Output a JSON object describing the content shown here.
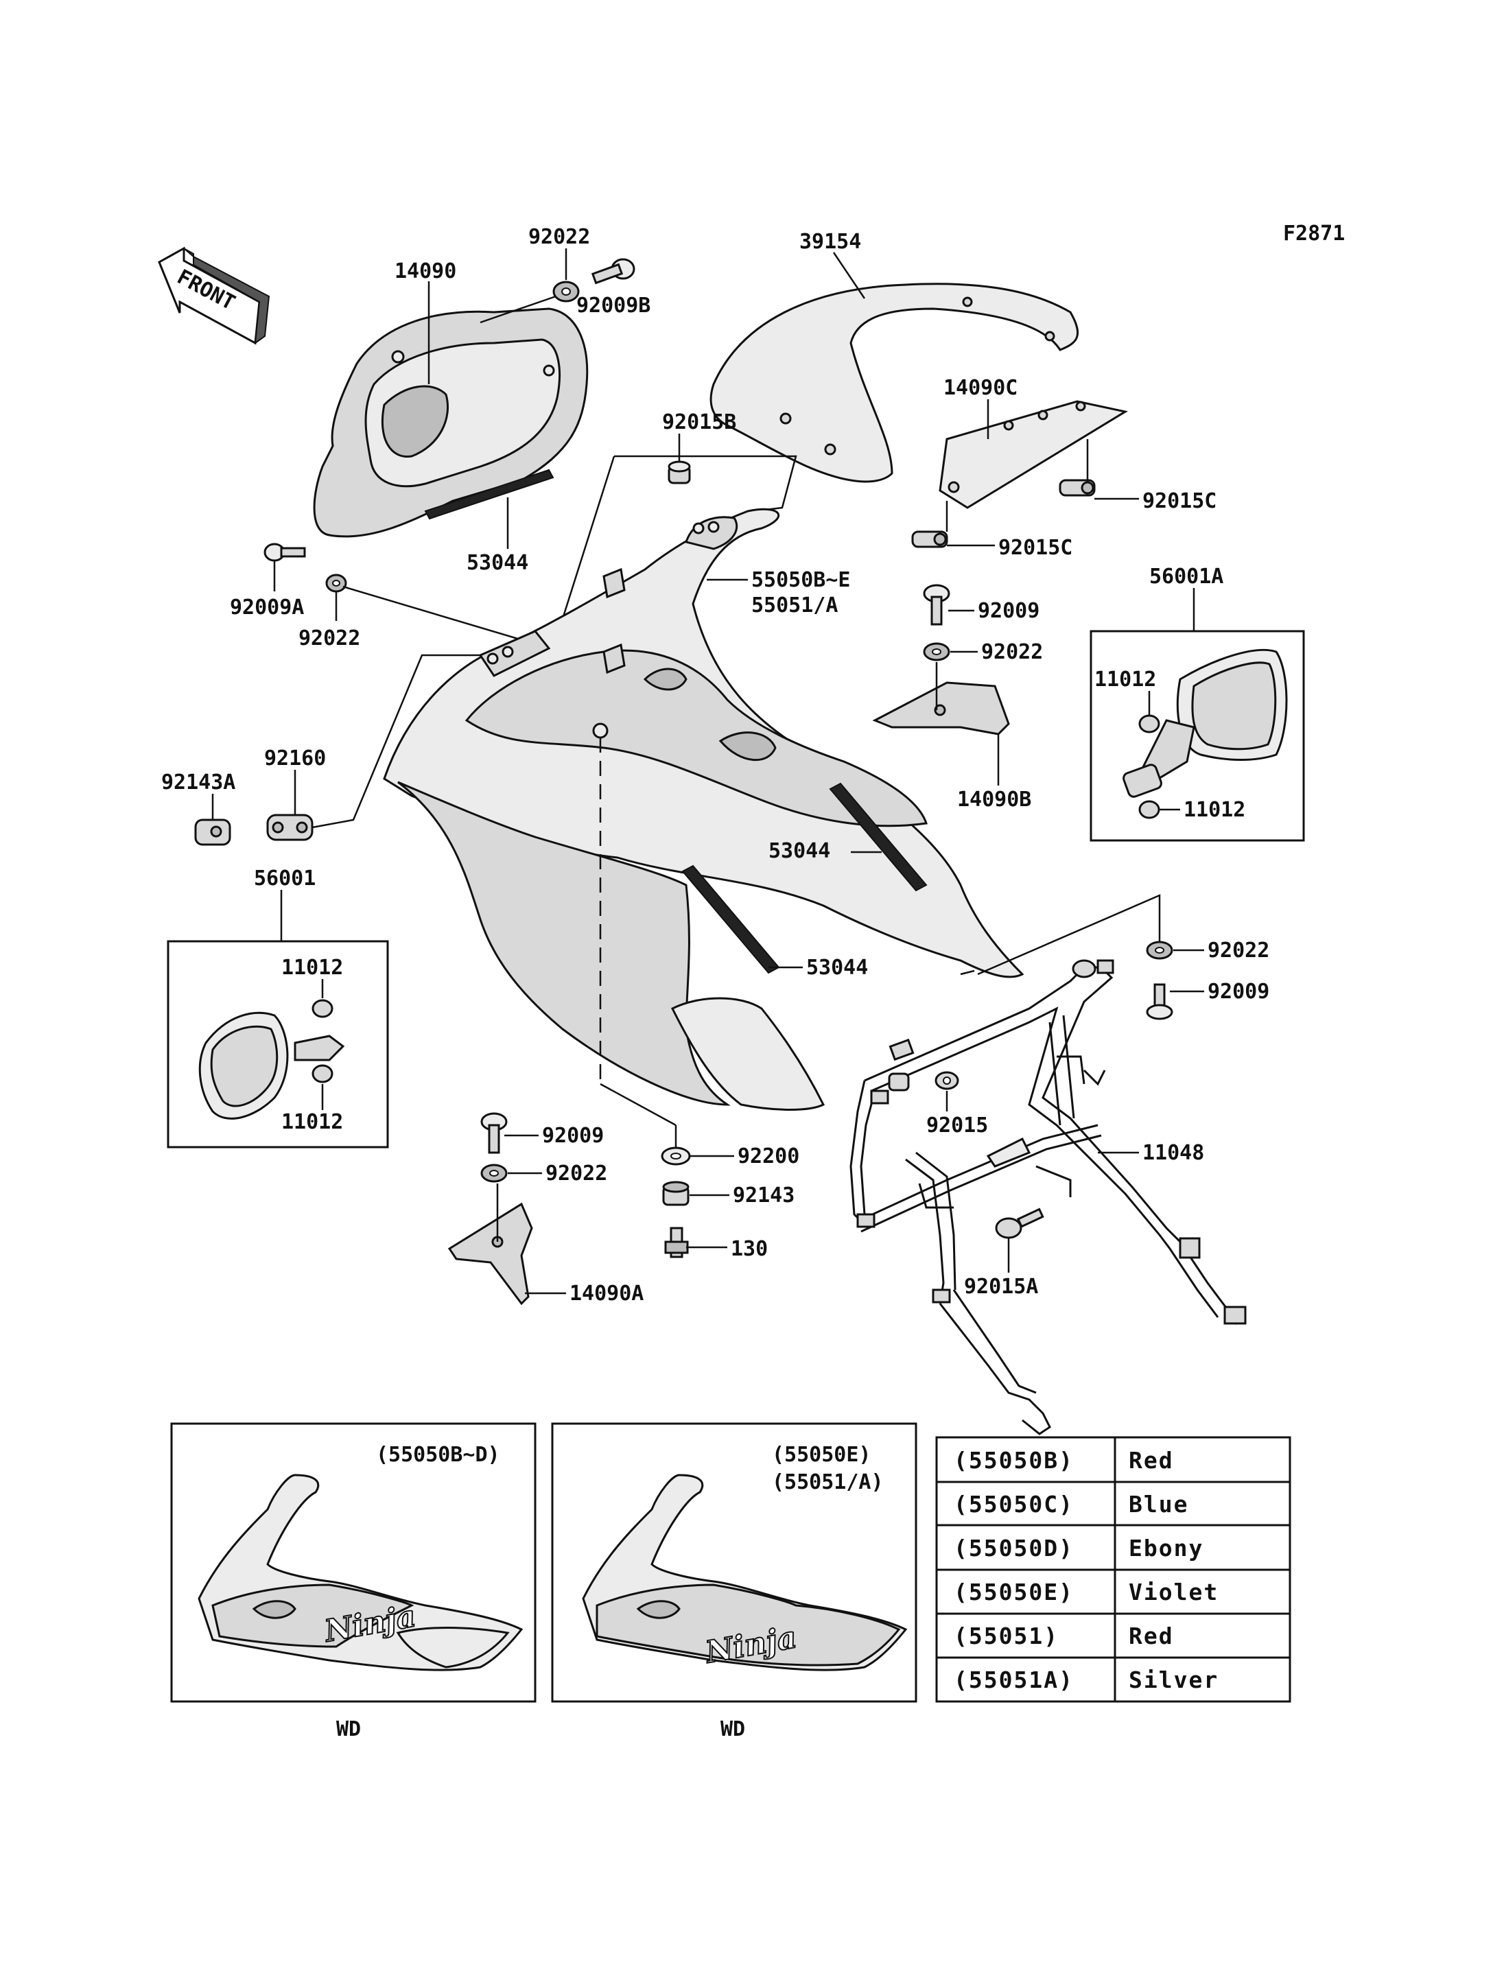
{
  "figure_code": "F2871",
  "front_label": "FRONT",
  "labels": {
    "p14090": "14090",
    "p92022_top": "92022",
    "p92009b": "92009B",
    "p39154": "39154",
    "p92015b": "92015B",
    "p14090c": "14090C",
    "p92015c_1": "92015C",
    "p92015c_2": "92015C",
    "p53044_top": "53044",
    "p55050": "55050B~E",
    "p55051": "55051/A",
    "p92009a": "92009A",
    "p92022_left": "92022",
    "p92009_mid": "92009",
    "p92022_mid": "92022",
    "p14090b": "14090B",
    "p56001a": "56001A",
    "p11012_a1": "11012",
    "p11012_a2": "11012",
    "p92143a": "92143A",
    "p92160": "92160",
    "p53044_mid": "53044",
    "p53044_low": "53044",
    "p56001": "56001",
    "p11012_b1": "11012",
    "p11012_b2": "11012",
    "p92022_r": "92022",
    "p92009_r": "92009",
    "p92015": "92015",
    "p11048": "11048",
    "p92009_low": "92009",
    "p92022_low": "92022",
    "p14090a": "14090A",
    "p92200": "92200",
    "p92143": "92143",
    "p130": "130",
    "p92015a": "92015A"
  },
  "inset_left": {
    "caption": "(55050B~D)",
    "footer": "WD",
    "logo": "Ninja"
  },
  "inset_right": {
    "caption_1": "(55050E)",
    "caption_2": "(55051/A)",
    "footer": "WD",
    "logo": "Ninja"
  },
  "color_table": [
    {
      "part": "(55050B)",
      "color": "Red"
    },
    {
      "part": "(55050C)",
      "color": "Blue"
    },
    {
      "part": "(55050D)",
      "color": "Ebony"
    },
    {
      "part": "(55050E)",
      "color": "Violet"
    },
    {
      "part": "(55051)",
      "color": "Red"
    },
    {
      "part": "(55051A)",
      "color": "Silver"
    }
  ]
}
